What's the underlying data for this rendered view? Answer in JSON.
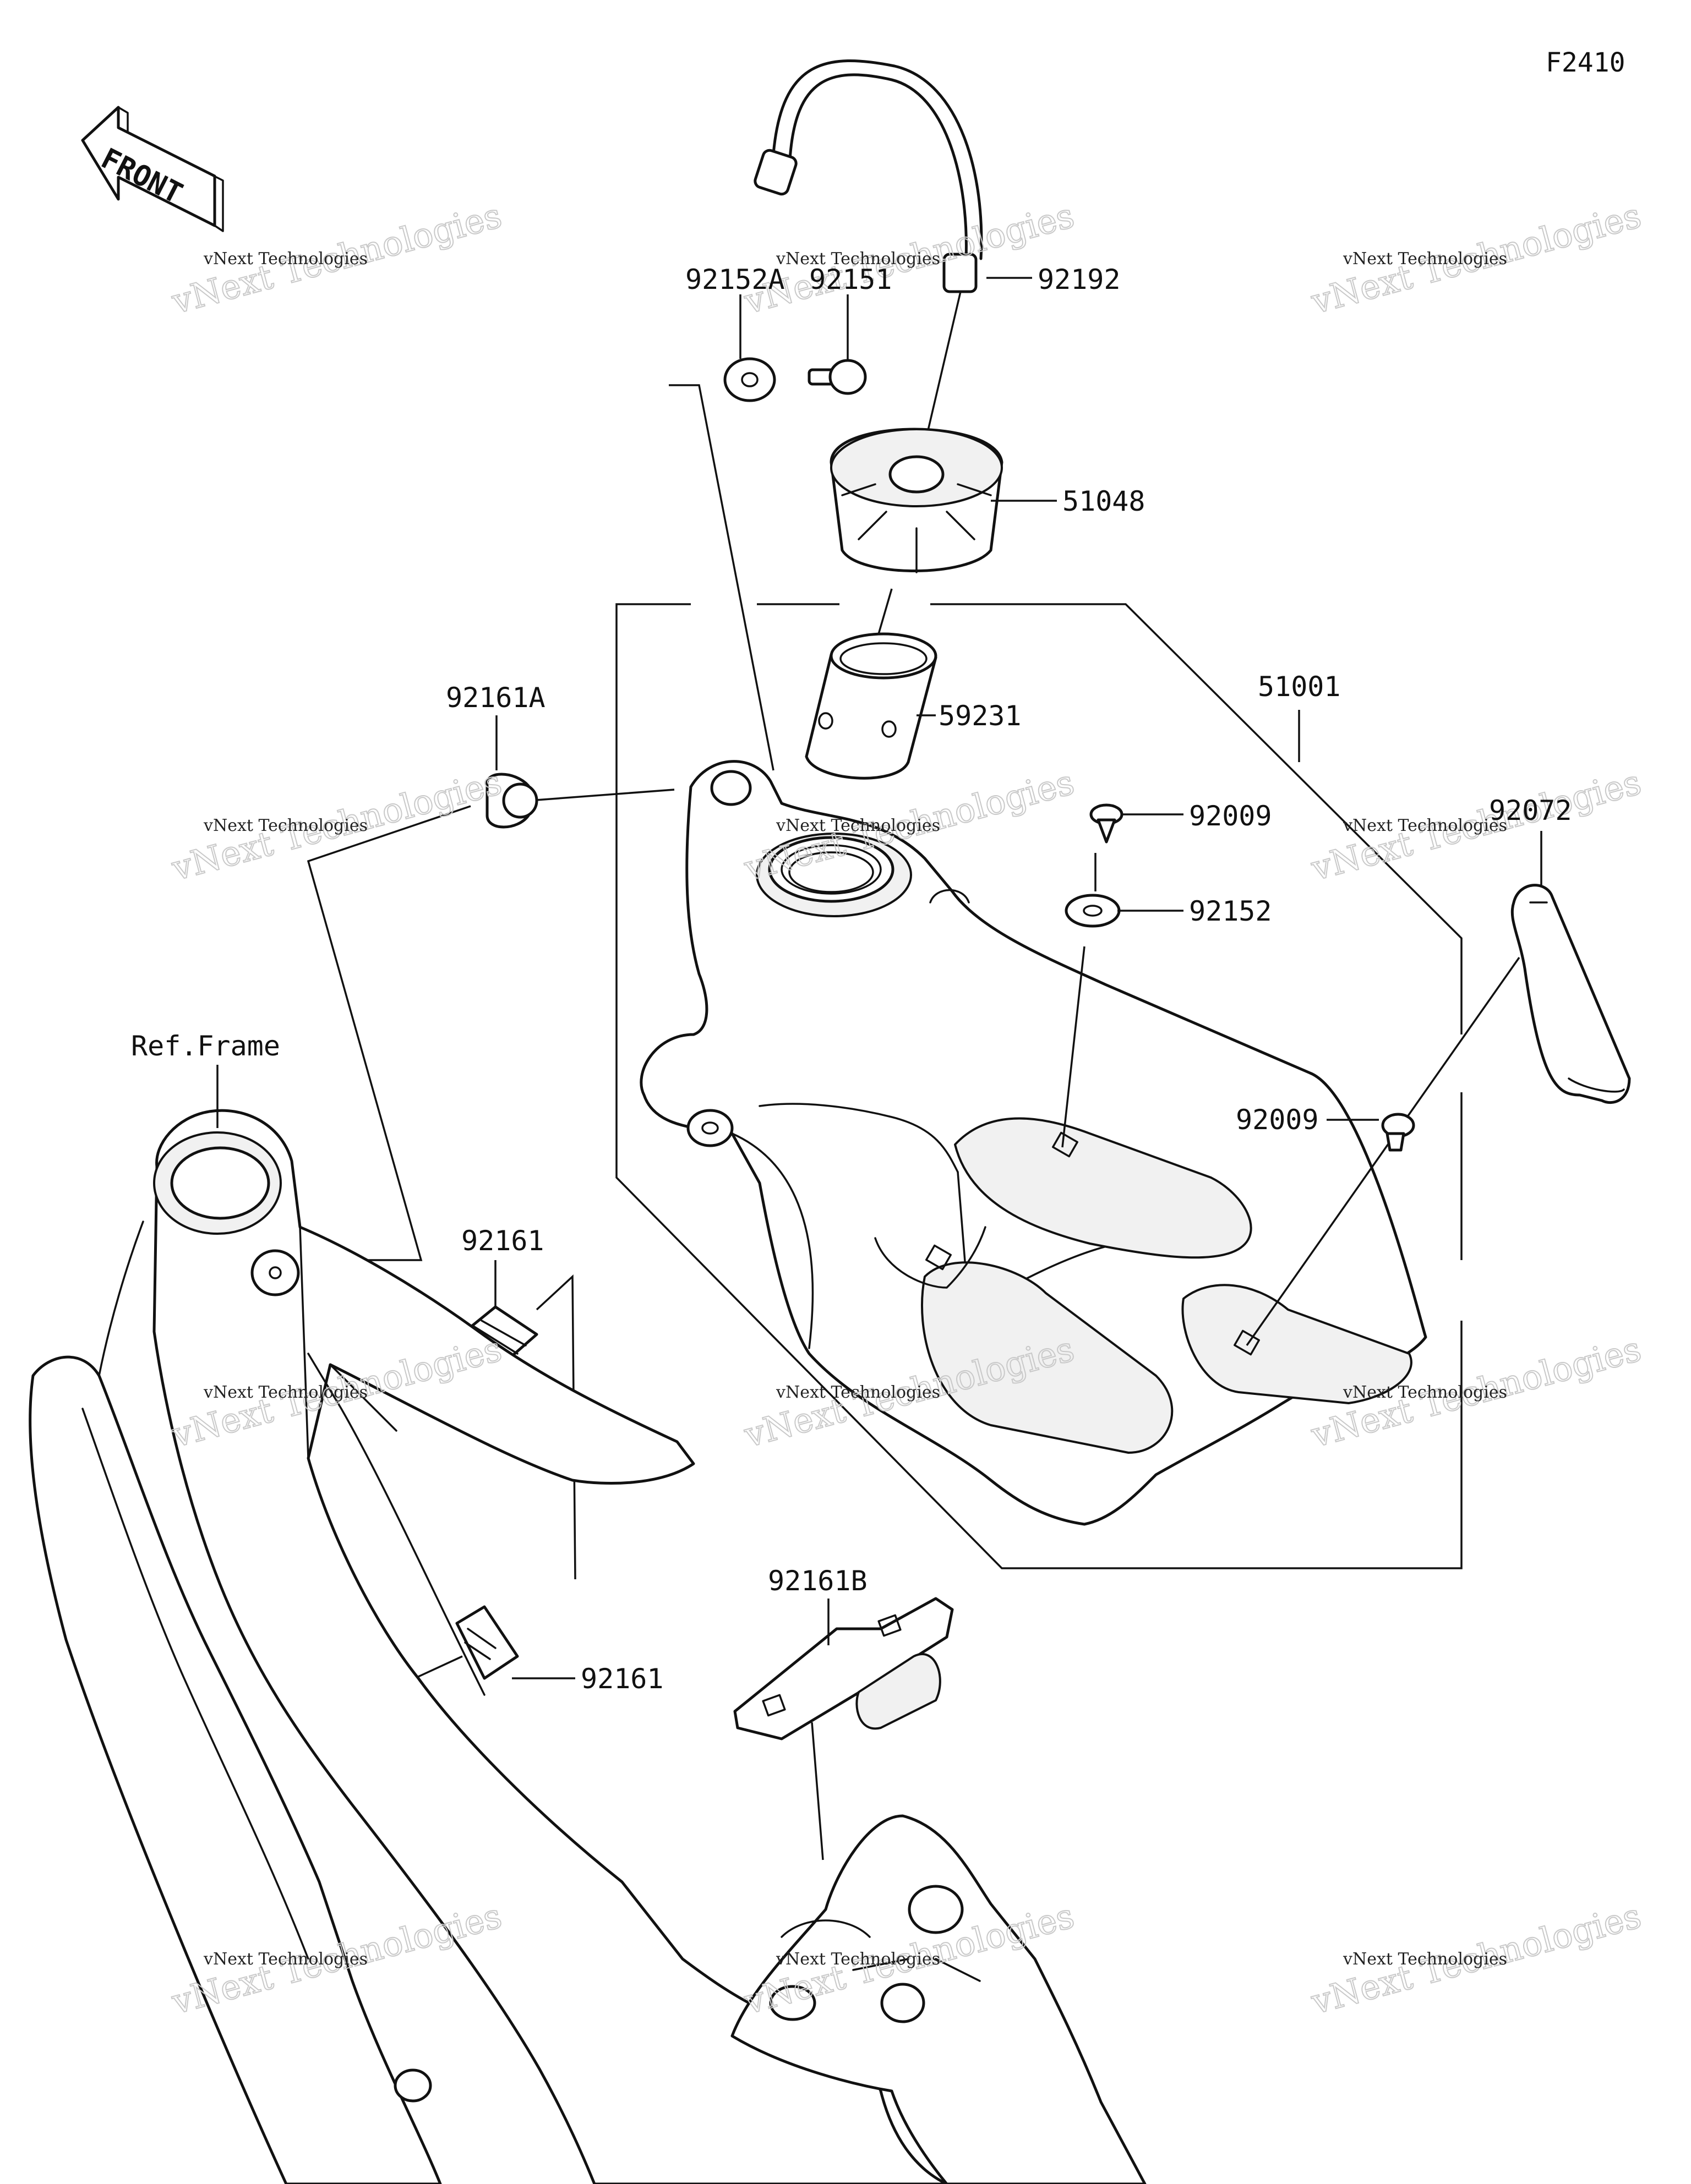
{
  "figure_id": "F2410",
  "direction": {
    "text": "FRONT",
    "icon": "front-arrow-icon"
  },
  "reference": "Ref.Frame",
  "parts": {
    "p92152A": "92152A",
    "p92151": "92151",
    "p92192": "92192",
    "p51048": "51048",
    "p51001": "51001",
    "p59231": "59231",
    "p92161A": "92161A",
    "p92009a": "92009",
    "p92152": "92152",
    "p92072": "92072",
    "p92009b": "92009",
    "p92161a": "92161",
    "p92161b": "92161",
    "p92161B": "92161B"
  },
  "watermark": {
    "line1": "vNext Technologies",
    "line2": "vNext Technologies"
  }
}
